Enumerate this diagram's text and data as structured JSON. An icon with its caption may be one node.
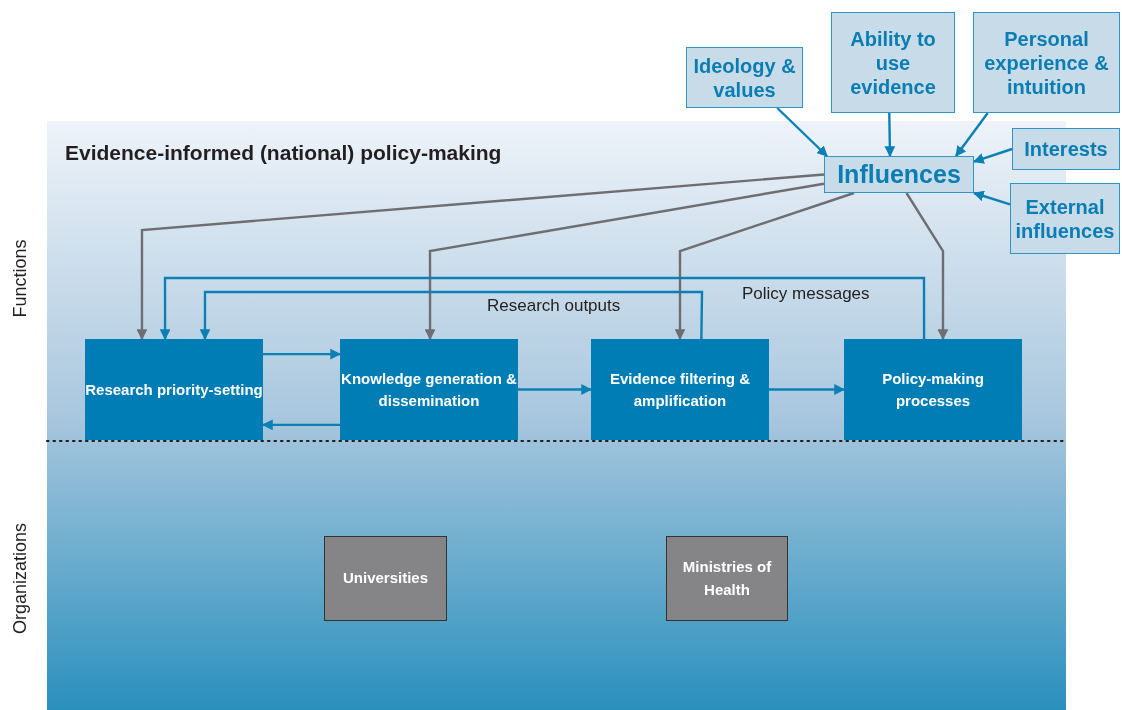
{
  "diagram": {
    "title": "Evidence-informed (national) policy-making",
    "nodes": [
      {
        "text": [
          "Ideology & values"
        ]
      },
      {
        "text": [
          "Ability to use evidence"
        ]
      },
      {
        "text": [
          "Personal experience & intuition"
        ]
      },
      {
        "text": [
          "Interests"
        ]
      },
      {
        "text": [
          "External influences"
        ]
      },
      {
        "text": [
          "Influences"
        ]
      },
      {
        "text": [
          "Research priority-setting"
        ]
      },
      {
        "text": [
          "Knowledge generation & dissemination"
        ]
      },
      {
        "text": [
          "Evidence filtering & amplification"
        ]
      },
      {
        "text": [
          "Policy-making processes"
        ]
      },
      {
        "text": [
          "Universities"
        ]
      },
      {
        "text": [
          "Ministries of Health"
        ]
      }
    ],
    "edges": [
      {
        "from": 0,
        "to": 5,
        "arrow": "to"
      },
      {
        "from": 1,
        "to": 5,
        "arrow": "to"
      },
      {
        "from": 2,
        "to": 5,
        "arrow": "to"
      },
      {
        "from": 3,
        "to": 5,
        "arrow": "to"
      },
      {
        "from": 4,
        "to": 5,
        "arrow": "to"
      },
      {
        "from": 5,
        "to": 6,
        "arrow": "to",
        "color": "#6d6e71"
      },
      {
        "from": 5,
        "to": 7,
        "arrow": "to",
        "color": "#6d6e71"
      },
      {
        "from": 5,
        "to": 8,
        "arrow": "to",
        "color": "#6d6e71"
      },
      {
        "from": 5,
        "to": 9,
        "arrow": "to",
        "color": "#6d6e71"
      },
      {
        "from": 6,
        "to": 7,
        "arrow": "to"
      },
      {
        "from": 7,
        "to": 6,
        "arrow": "to"
      },
      {
        "from": 7,
        "to": 8,
        "arrow": "to"
      },
      {
        "from": 8,
        "to": 9,
        "arrow": "to"
      },
      {
        "from": 8,
        "to": 6,
        "arrow": "to",
        "label": "Research outputs"
      },
      {
        "from": 9,
        "to": 6,
        "arrow": "to",
        "label": "Policy messages"
      }
    ],
    "labels": [
      "Functions",
      "Organizations"
    ]
  }
}
